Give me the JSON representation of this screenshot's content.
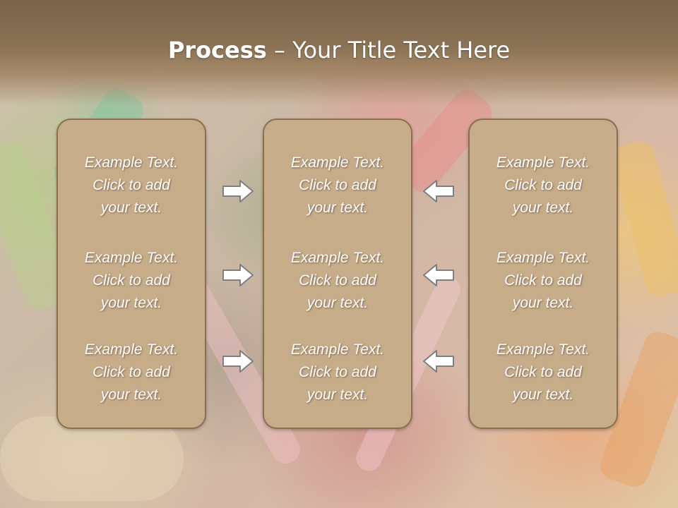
{
  "slide": {
    "title_bold": "Process",
    "title_rest": " – Your Title Text Here"
  },
  "columns": [
    {
      "items": [
        {
          "line1": "Example Text.",
          "line2": "Click  to add",
          "line3": "your text."
        },
        {
          "line1": "Example Text.",
          "line2": "Click  to add",
          "line3": "your text."
        },
        {
          "line1": "Example Text.",
          "line2": "Click  to add",
          "line3": "your text."
        }
      ]
    },
    {
      "items": [
        {
          "line1": "Example Text.",
          "line2": "Click  to add",
          "line3": "your text."
        },
        {
          "line1": "Example Text.",
          "line2": "Click  to add",
          "line3": "your text."
        },
        {
          "line1": "Example Text.",
          "line2": "Click  to add",
          "line3": "your text."
        }
      ]
    },
    {
      "items": [
        {
          "line1": "Example Text.",
          "line2": "Click  to add",
          "line3": "your text."
        },
        {
          "line1": "Example Text.",
          "line2": "Click  to add",
          "line3": "your text."
        },
        {
          "line1": "Example Text.",
          "line2": "Click  to add",
          "line3": "your text."
        }
      ]
    }
  ],
  "icons": {
    "left_arrows": "arrow-right-icon",
    "right_arrows": "arrow-left-icon"
  },
  "colors": {
    "title_bar": "#8c7355",
    "box_fill": "#c7ac8a",
    "box_border": "#8a7050",
    "text": "#ffffff"
  }
}
